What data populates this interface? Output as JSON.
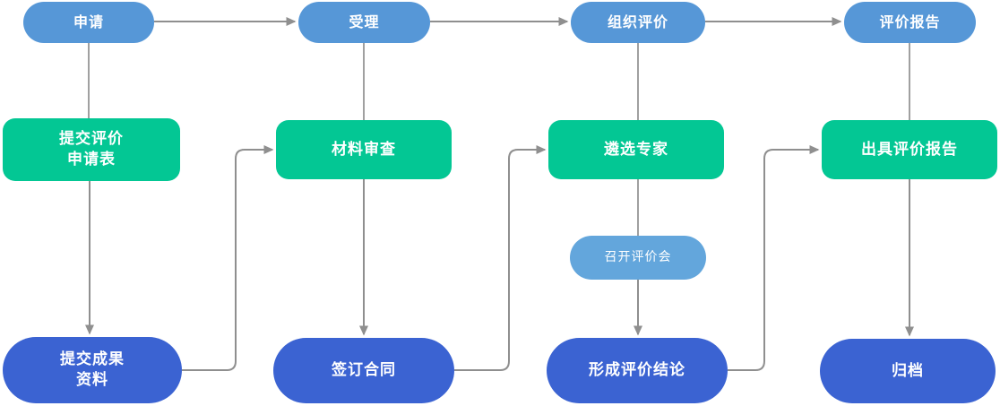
{
  "colors": {
    "stage_blue": "#5697D7",
    "meeting_blue": "#63A6DC",
    "process_green": "#03C794",
    "result_blue": "#3B63D2",
    "connector_gray": "#8F8F8F",
    "node_text": "#FFFFFF",
    "background": "#FFFFFF"
  },
  "flowchart": {
    "stages": [
      {
        "label": "申请"
      },
      {
        "label": "受理"
      },
      {
        "label": "组织评价"
      },
      {
        "label": "评价报告"
      }
    ],
    "process_steps": [
      {
        "lines": [
          "提交评价",
          "申请表"
        ]
      },
      {
        "lines": [
          "材料审查"
        ]
      },
      {
        "lines": [
          "遴选专家"
        ]
      },
      {
        "lines": [
          "出具评价报告"
        ]
      }
    ],
    "meeting_step": {
      "label": "召开评价会"
    },
    "result_steps": [
      {
        "lines": [
          "提交成果",
          "资料"
        ]
      },
      {
        "lines": [
          "签订合同"
        ]
      },
      {
        "lines": [
          "形成评价结论"
        ]
      },
      {
        "lines": [
          "归档"
        ]
      }
    ],
    "edges": [
      {
        "from": "申请",
        "to": "受理",
        "style": "arrow-right"
      },
      {
        "from": "受理",
        "to": "组织评价",
        "style": "arrow-right"
      },
      {
        "from": "组织评价",
        "to": "评价报告",
        "style": "arrow-right"
      },
      {
        "from": "申请",
        "to": "提交评价申请表",
        "style": "line-down"
      },
      {
        "from": "受理",
        "to": "材料审查",
        "style": "line-down"
      },
      {
        "from": "组织评价",
        "to": "遴选专家",
        "style": "line-down"
      },
      {
        "from": "评价报告",
        "to": "出具评价报告",
        "style": "line-down"
      },
      {
        "from": "提交评价申请表",
        "to": "提交成果资料",
        "style": "arrow-down"
      },
      {
        "from": "材料审查",
        "to": "签订合同",
        "style": "arrow-down"
      },
      {
        "from": "遴选专家",
        "to": "召开评价会",
        "style": "line-down"
      },
      {
        "from": "召开评价会",
        "to": "形成评价结论",
        "style": "arrow-down"
      },
      {
        "from": "出具评价报告",
        "to": "归档",
        "style": "arrow-down"
      },
      {
        "from": "提交成果资料",
        "to": "材料审查",
        "style": "elbow-right-up"
      },
      {
        "from": "签订合同",
        "to": "遴选专家",
        "style": "elbow-right-up"
      },
      {
        "from": "形成评价结论",
        "to": "出具评价报告",
        "style": "elbow-right-up"
      }
    ]
  }
}
